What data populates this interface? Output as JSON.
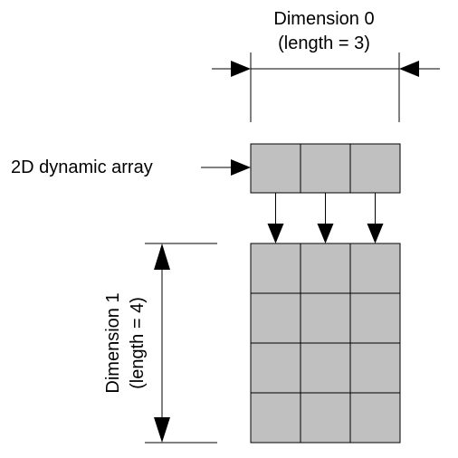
{
  "labels": {
    "dimension0_title": "Dimension 0",
    "dimension0_length": "(length = 3)",
    "array_label": "2D dynamic array",
    "dimension1_title": "Dimension 1",
    "dimension1_length": "(length = 4)"
  },
  "structure": {
    "top_row_cells": 3,
    "grid_rows": 4,
    "grid_cols": 3
  },
  "colors": {
    "cell_fill": "#c0c0c0",
    "line": "#000000",
    "background": "#ffffff"
  }
}
